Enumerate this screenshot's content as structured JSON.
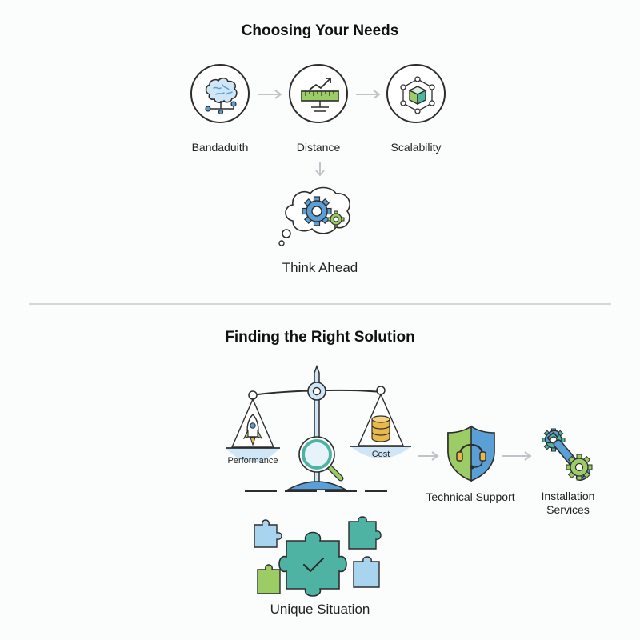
{
  "section1": {
    "title": "Choosing Your Needs",
    "items": [
      {
        "label": "Bandaduith",
        "icon": "brain-icon"
      },
      {
        "label": "Distance",
        "icon": "ruler-growth-icon"
      },
      {
        "label": "Scalability",
        "icon": "cube-network-icon"
      }
    ],
    "think_ahead": {
      "label": "Think Ahead",
      "icon": "thought-gears-icon"
    }
  },
  "section2": {
    "title": "Finding the Right Solution",
    "scale": {
      "left_pan_label": "Performance",
      "right_pan_label": "Cost",
      "icon": "balance-scale-icon"
    },
    "support": {
      "label": "Technical Support",
      "icon": "shield-headset-icon"
    },
    "installation": {
      "label_line1": "Installation",
      "label_line2": "Services",
      "icon": "wrench-gears-icon"
    },
    "unique": {
      "label": "Unique Situation",
      "icon": "puzzle-pieces-icon"
    }
  },
  "colors": {
    "blue": "#5a9fd6",
    "light_blue": "#cfe6f6",
    "green": "#9ccc65",
    "teal": "#4fb3a4",
    "gold": "#e8b84a",
    "outline": "#2d2d2d",
    "arrow": "#bfc4c8"
  }
}
